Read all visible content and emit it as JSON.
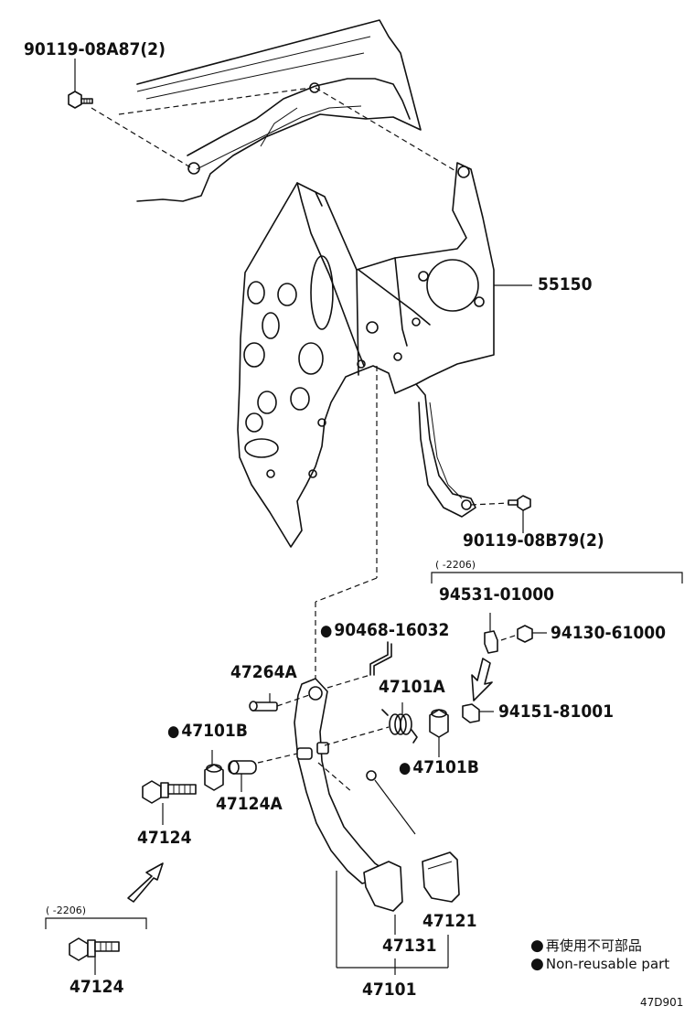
{
  "parts": {
    "bolt_top": "90119-08A87(2)",
    "bracket": "55150",
    "bolt_bracket": "90119-08B79(2)",
    "date_range_upper": "(  -2206)",
    "part_94531": "94531-01000",
    "part_94130": "94130-61000",
    "part_94151": "94151-81001",
    "part_90468": "90468-16032",
    "part_47264A": "47264A",
    "part_47101A": "47101A",
    "part_47101B_left": "47101B",
    "part_47101B_right": "47101B",
    "part_47124A": "47124A",
    "part_47124_upper": "47124",
    "date_range_lower": "(  -2206)",
    "part_47124_lower": "47124",
    "part_47121": "47121",
    "part_47131": "47131",
    "part_47101": "47101"
  },
  "legend": {
    "line1": "再使用不可部品",
    "line2": "Non-reusable part"
  },
  "diagram_code": "47D901"
}
